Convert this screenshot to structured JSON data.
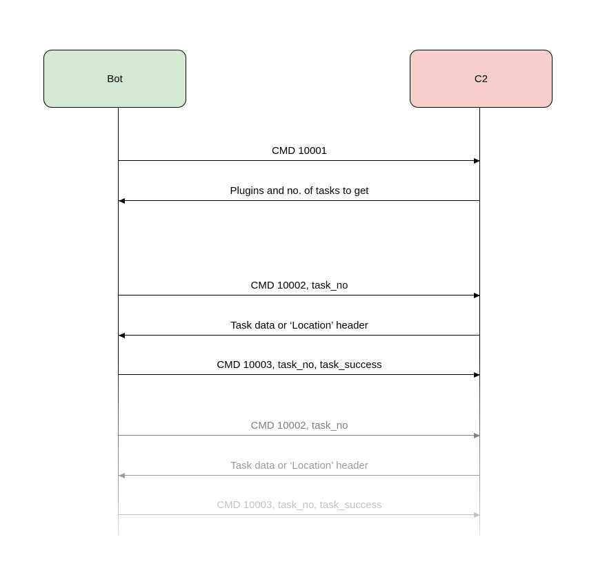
{
  "diagram": {
    "type": "sequence-diagram",
    "actors": [
      {
        "name": "Bot",
        "fill": "#d5e8d4"
      },
      {
        "name": "C2",
        "fill": "#f8cecc"
      }
    ],
    "messages": [
      {
        "from": "Bot",
        "to": "C2",
        "label": "CMD 10001",
        "state": "normal"
      },
      {
        "from": "C2",
        "to": "Bot",
        "label": "Plugins and no. of tasks to get",
        "state": "normal"
      },
      {
        "from": "Bot",
        "to": "C2",
        "label": "CMD 10002, task_no",
        "state": "normal"
      },
      {
        "from": "C2",
        "to": "Bot",
        "label": "Task data or ‘Location’ header",
        "state": "normal"
      },
      {
        "from": "Bot",
        "to": "C2",
        "label": "CMD 10003, task_no, task_success",
        "state": "normal"
      },
      {
        "from": "Bot",
        "to": "C2",
        "label": "CMD 10002, task_no",
        "state": "faded"
      },
      {
        "from": "C2",
        "to": "Bot",
        "label": "Task data or ‘Location’ header",
        "state": "faded"
      },
      {
        "from": "Bot",
        "to": "C2",
        "label": "CMD 10003, task_no, task_success",
        "state": "faded-light"
      }
    ],
    "colors": {
      "background": "#ffffff",
      "actor_border": "#000000",
      "actor_bot_fill": "#d5e8d4",
      "actor_c2_fill": "#f8cecc",
      "ink": "#000000",
      "fade1": "#7f7f7f",
      "fade2": "#9a9a9a",
      "fade3": "#c2c2c2"
    }
  }
}
